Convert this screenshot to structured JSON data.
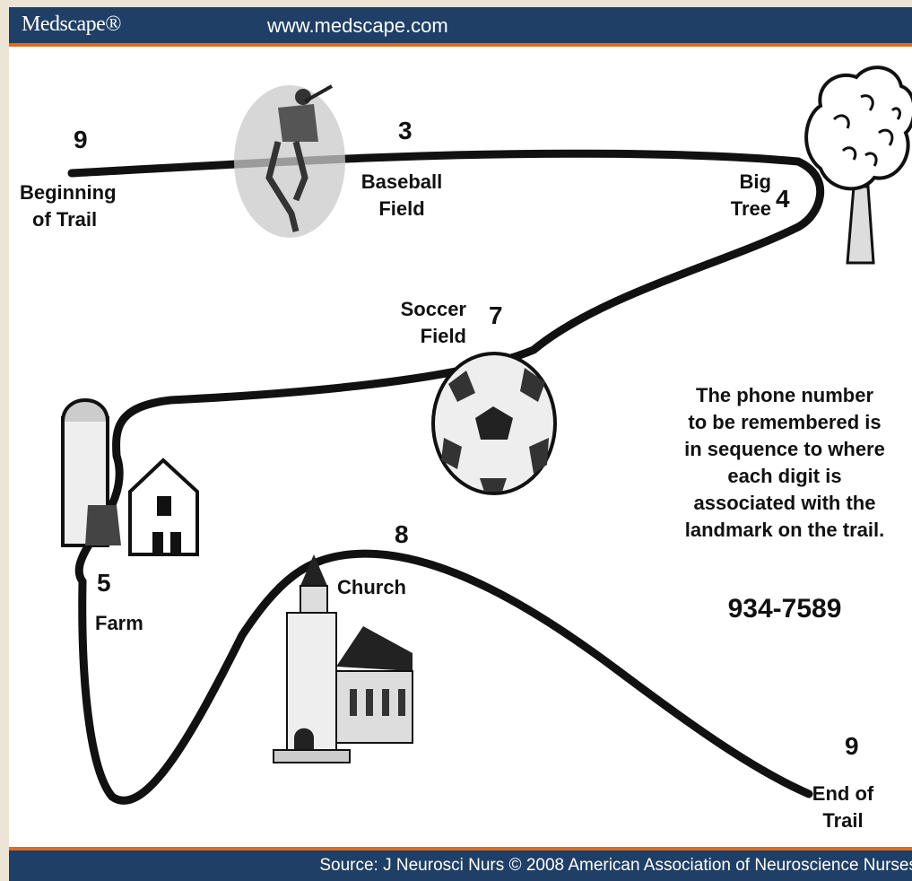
{
  "header": {
    "brand": "Medscape®",
    "url": "www.medscape.com"
  },
  "footer": {
    "source": "Source: J Neurosci Nurs © 2008 American Association of Neuroscience Nurses"
  },
  "landmarks": [
    {
      "digit": "9",
      "label_lines": [
        "Beginning",
        "of Trail"
      ],
      "icon": "trail-start"
    },
    {
      "digit": "3",
      "label_lines": [
        "Baseball",
        "Field"
      ],
      "icon": "baseball-player-icon"
    },
    {
      "digit": "4",
      "label_lines": [
        "Big",
        "Tree"
      ],
      "icon": "tree-icon"
    },
    {
      "digit": "7",
      "label_lines": [
        "Soccer",
        "Field"
      ],
      "icon": "soccer-ball-icon"
    },
    {
      "digit": "5",
      "label_lines": [
        "Farm"
      ],
      "icon": "farm-barn-icon"
    },
    {
      "digit": "8",
      "label_lines": [
        "Church"
      ],
      "icon": "church-icon"
    },
    {
      "digit": "9",
      "label_lines": [
        "End of",
        "Trail"
      ],
      "icon": "trail-end"
    }
  ],
  "note": {
    "lines": [
      "The phone number",
      "to be remembered is",
      "in sequence to where",
      "each digit is",
      "associated with the",
      "landmark on the trail."
    ],
    "phone_number": "934-7589"
  },
  "colors": {
    "header_bg": "#1f3f66",
    "accent": "#e06a1c",
    "trail": "#111111"
  }
}
